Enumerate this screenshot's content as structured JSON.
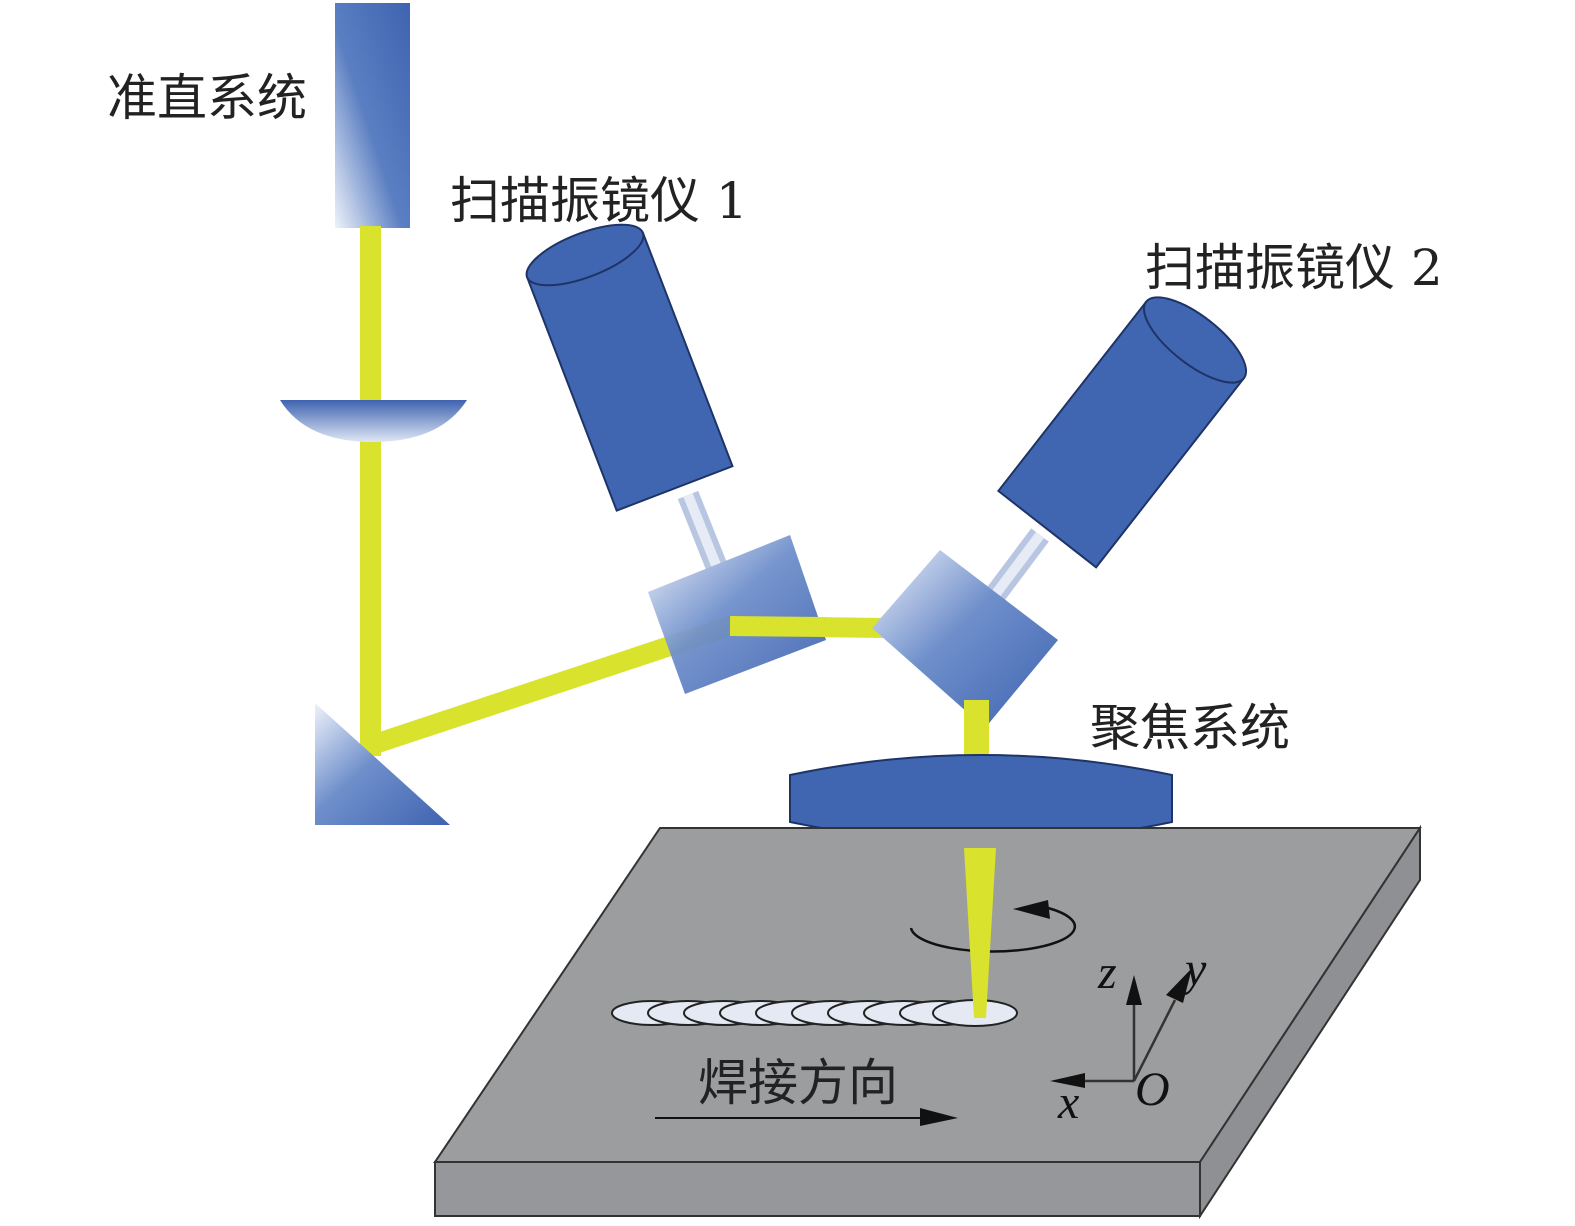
{
  "labels": {
    "collimator": "准直系统",
    "scanner1": "扫描振镜仪 1",
    "scanner2": "扫描振镜仪 2",
    "focus": "聚焦系统",
    "weld_direction": "焊接方向"
  },
  "axes": {
    "x": "x",
    "y": "y",
    "z": "z",
    "origin": "O"
  },
  "colors": {
    "blue": "#4066b2",
    "beam": "#d9e22c",
    "plate": "#9c9d9f"
  }
}
